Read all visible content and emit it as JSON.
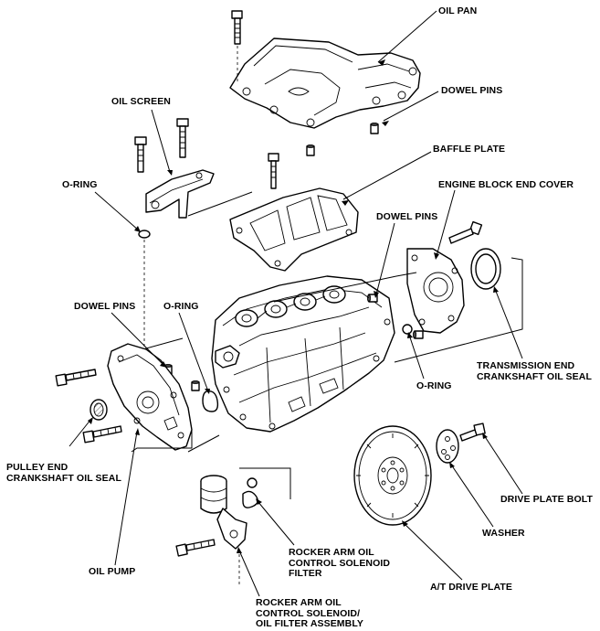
{
  "labels": {
    "oil_pan": "OIL PAN",
    "dowel_pins_top": "DOWEL PINS",
    "oil_screen": "OIL SCREEN",
    "baffle_plate": "BAFFLE PLATE",
    "o_ring_left": "O-RING",
    "engine_block_end_cover": "ENGINE BLOCK END COVER",
    "dowel_pins_mid": "DOWEL PINS",
    "dowel_pins_left": "DOWEL PINS",
    "o_ring_center": "O-RING",
    "transmission_seal": [
      "TRANSMISSION END",
      "CRANKSHAFT OIL SEAL"
    ],
    "o_ring_right": "O-RING",
    "pulley_seal": [
      "PULLEY END",
      "CRANKSHAFT OIL SEAL"
    ],
    "drive_plate_bolt": "DRIVE PLATE BOLT",
    "washer": "WASHER",
    "oil_pump": "OIL PUMP",
    "solenoid_filter": [
      "ROCKER ARM OIL",
      "CONTROL SOLENOID",
      "FILTER"
    ],
    "at_drive_plate": "A/T DRIVE PLATE",
    "solenoid_assembly": [
      "ROCKER ARM OIL",
      "CONTROL SOLENOID/",
      "OIL FILTER ASSEMBLY"
    ]
  }
}
